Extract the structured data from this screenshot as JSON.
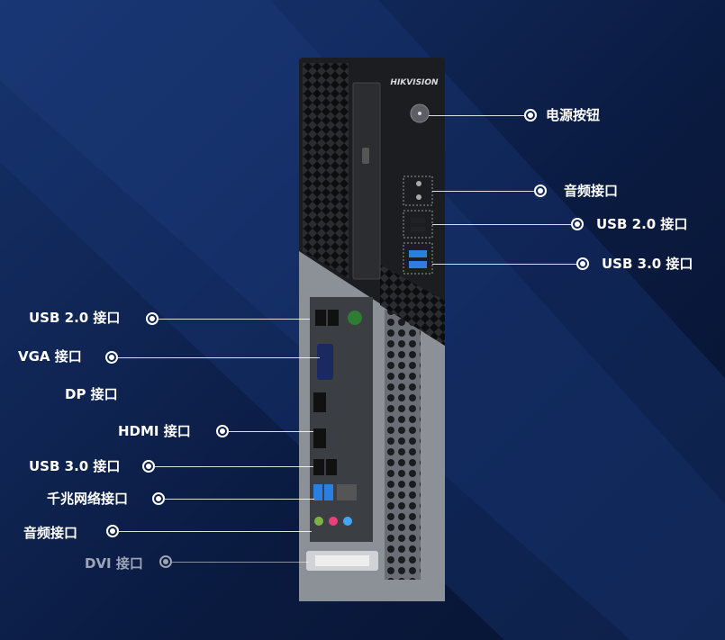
{
  "brand": "HIKVISION",
  "colors": {
    "background": "#0f2452",
    "text": "#ffffff",
    "chassis": "#1b1d20",
    "usb3_blue": "#2a7fe0"
  },
  "front_labels": [
    {
      "id": "power",
      "text": "电源按钮"
    },
    {
      "id": "audio",
      "text": "音频接口"
    },
    {
      "id": "usb2",
      "text": "USB 2.0 接口"
    },
    {
      "id": "usb3",
      "text": "USB 3.0 接口"
    }
  ],
  "rear_labels": [
    {
      "id": "usb2",
      "text": "USB 2.0 接口"
    },
    {
      "id": "vga",
      "text": "VGA 接口"
    },
    {
      "id": "dp",
      "text": "DP 接口"
    },
    {
      "id": "hdmi",
      "text": "HDMI  接口"
    },
    {
      "id": "usb3",
      "text": "USB 3.0 接口"
    },
    {
      "id": "lan",
      "text": "千兆网络接口"
    },
    {
      "id": "audio",
      "text": "音频接口"
    },
    {
      "id": "dvi",
      "text": "DVI 接口"
    }
  ]
}
